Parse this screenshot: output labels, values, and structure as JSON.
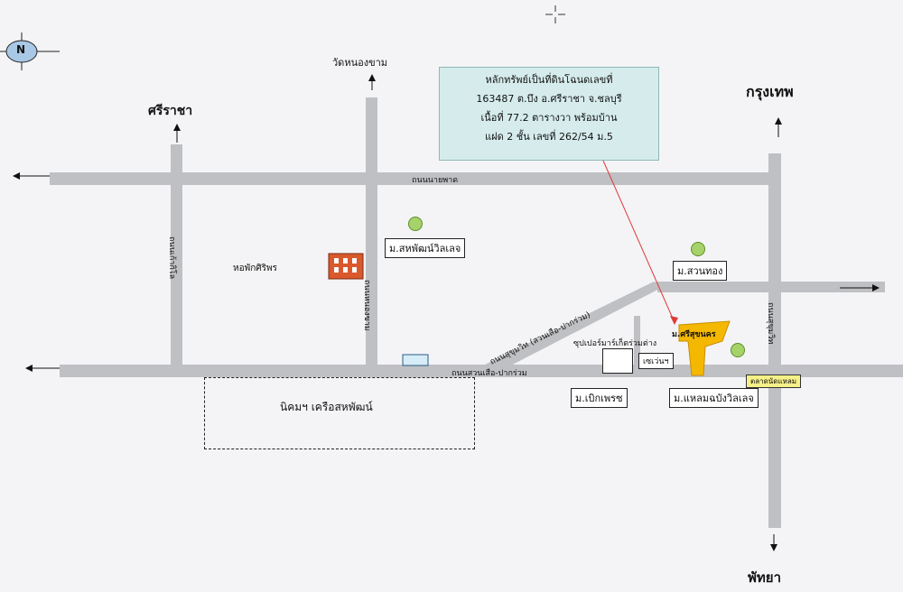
{
  "info_box": {
    "line1": "หลักทรัพย์เป็นที่ดินโฉนดเลขที่",
    "line2": "163487 ต.บึง อ.ศรีราชา จ.ชลบุรี",
    "line3": "เนื้อที่ 77.2 ตารางวา พร้อมบ้าน",
    "line4": "แฝด 2 ชั้น เลขที่ 262/54 ม.5"
  },
  "places": {
    "sriracha": "ศรีราชา",
    "bangkok": "กรุงเทพ",
    "pattaya": "พัทยา",
    "wat_nong_kham": "วัดหนองขาม",
    "compass": "N"
  },
  "labels": {
    "road_top": "ถนนนายพาด",
    "road_bottom": "ถนนสวนเสือ-ปากร่วม",
    "road_left_vert": "ถนนเก้ากิโล",
    "road_mid_vert": "ถนนหนองขาม",
    "road_right_vert": "ถนนสุขุมวิท",
    "road_diag": "ถนนสุขุมวิท (สวนเสือ-ปากร่วม)",
    "moo_ban_1": "ม.สหพัฒน์วิลเลจ",
    "moo_ban_2": "ม.สวนทอง",
    "moo_ban_3": "ม.ศรีสุขนคร",
    "moo_ban_4": "ม.เบิกเพรซ",
    "moo_ban_5": "ม.แหลมฉบังวิลเลจ",
    "dorm": "หอพักศิริพร",
    "market": "ซุปเปอร์มาร์เก็ตร่วมต่าง",
    "shop": "เซเว่นฯ",
    "estate": "นิคมฯ เครือสหพัฒน์",
    "yellow_tag": "ตลาดนัดแหลม"
  },
  "colors": {
    "road": "#bfc0c3",
    "target": "#f5b800",
    "info_bg": "#d6ecec",
    "arrow_red": "#e03a3a"
  }
}
